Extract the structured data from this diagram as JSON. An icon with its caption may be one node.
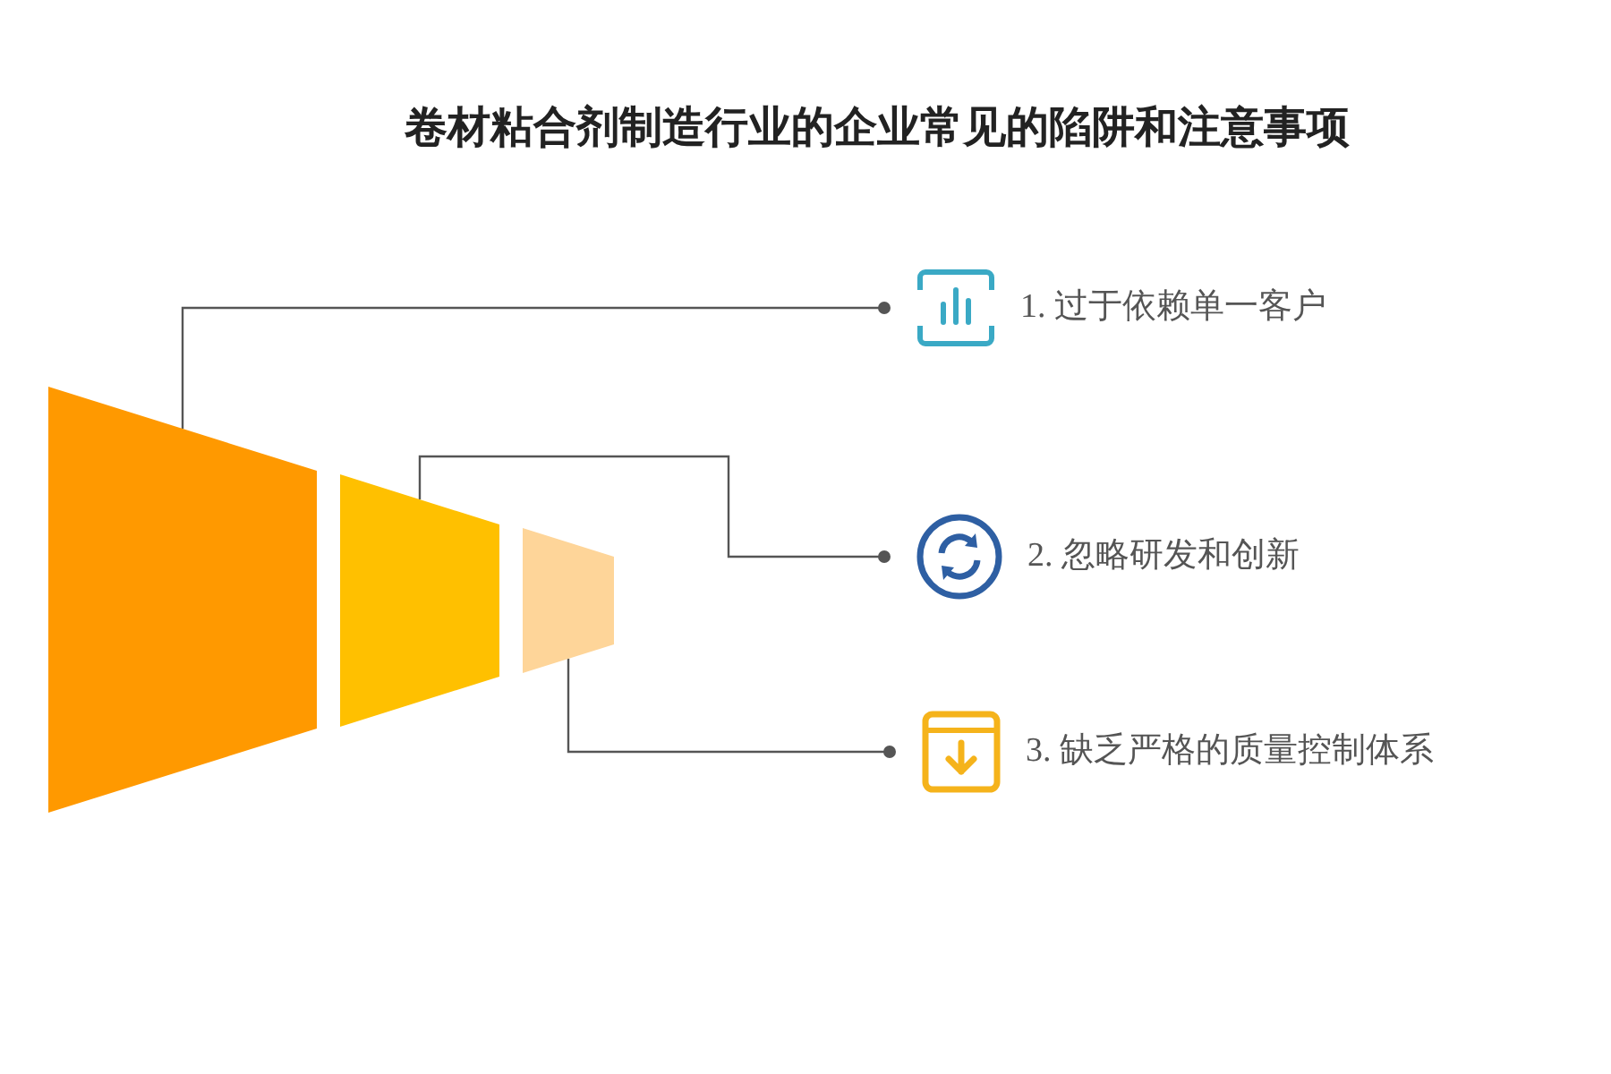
{
  "diagram": {
    "title": "卷材粘合剂制造行业的企业常见的陷阱和注意事项",
    "nodes": [
      {
        "text": [],
        "shape": "trapezoid"
      },
      {
        "text": [],
        "shape": "trapezoid"
      },
      {
        "text": [],
        "shape": "trapezoid"
      },
      {
        "text": [
          "1. 过于依赖单一客户"
        ]
      },
      {
        "text": [
          "2. 忽略研发和创新"
        ]
      },
      {
        "text": [
          "3. 缺乏严格的质量控制体系"
        ]
      }
    ],
    "edges": [
      {
        "from": 0,
        "to": 3,
        "arrow": "other"
      },
      {
        "from": 1,
        "to": 4,
        "arrow": "other"
      },
      {
        "from": 2,
        "to": 5,
        "arrow": "other"
      }
    ]
  }
}
